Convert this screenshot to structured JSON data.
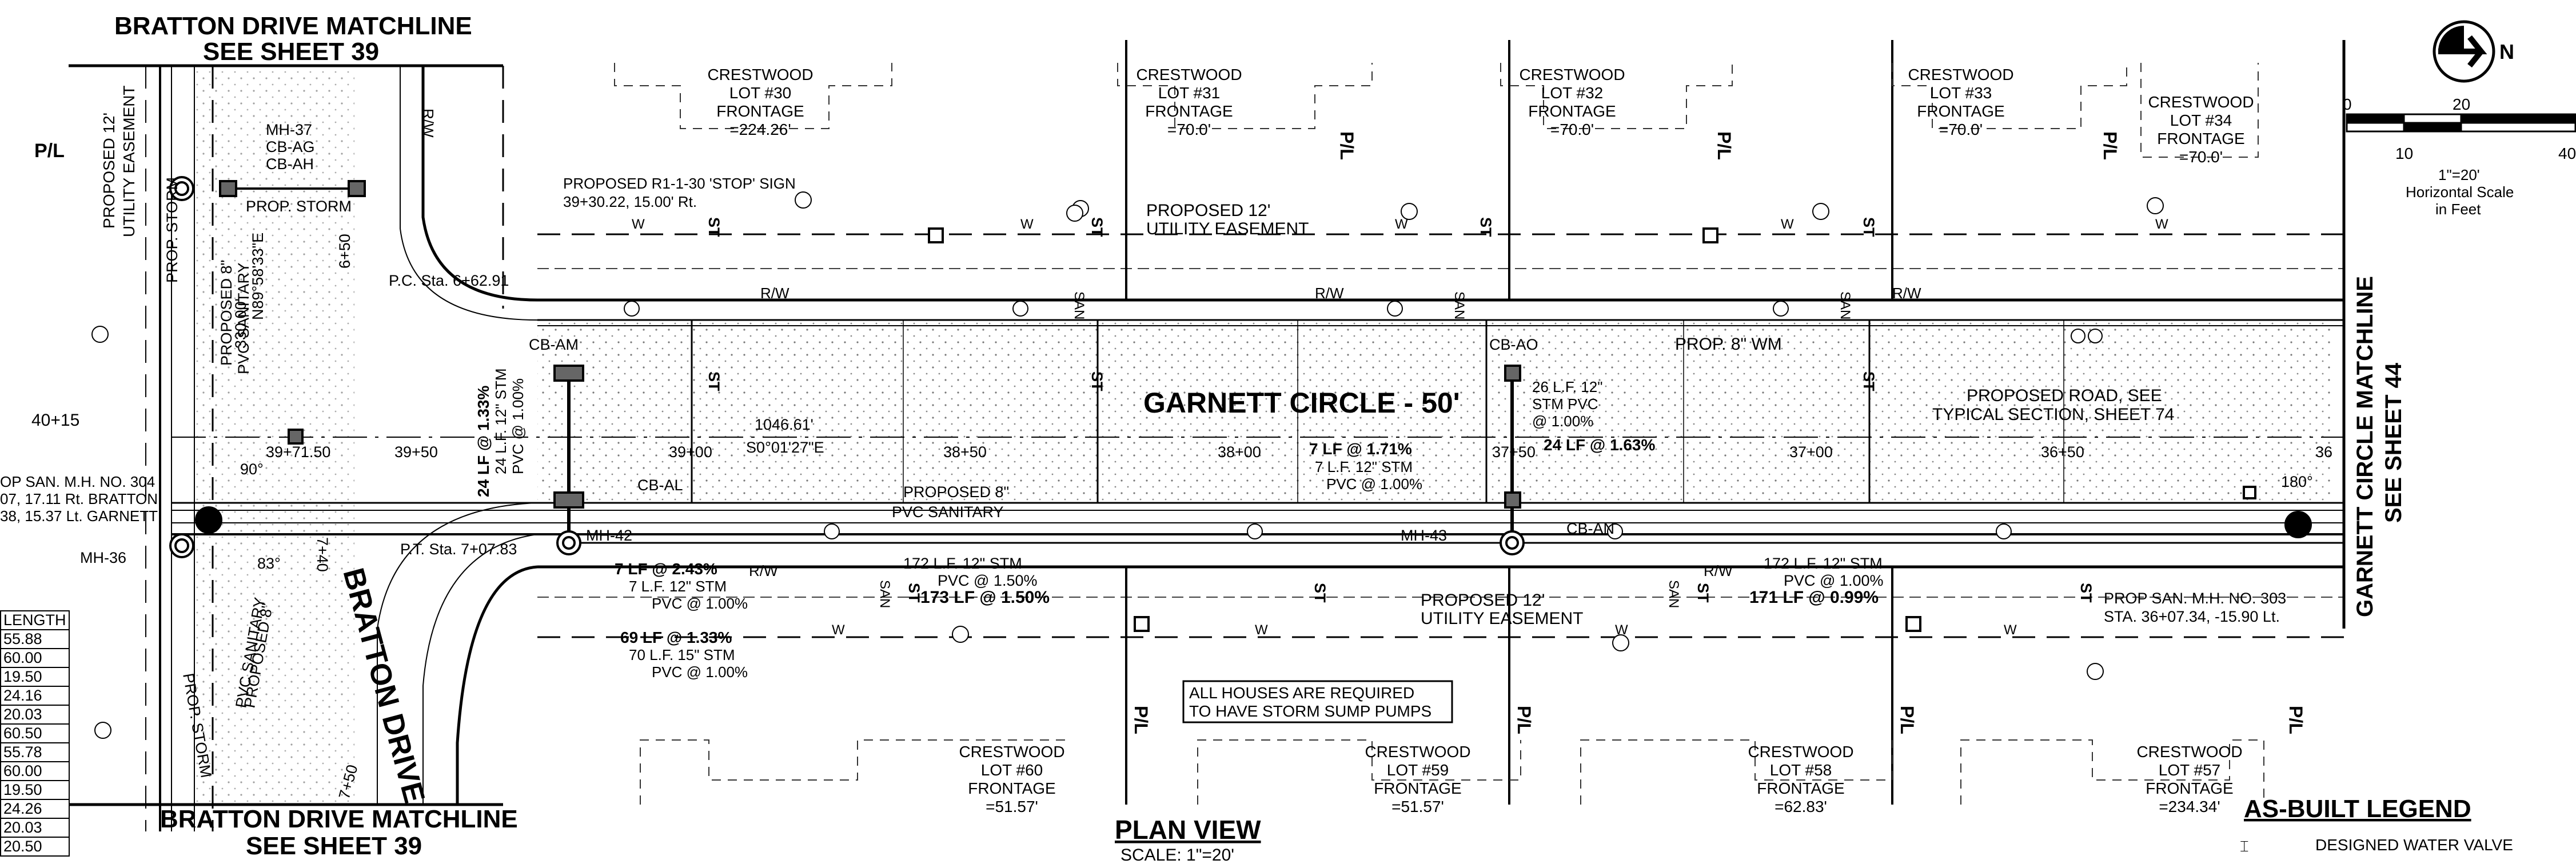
{
  "header": {
    "matchline_top_1": "BRATTON DRIVE MATCHLINE",
    "matchline_top_2": "SEE SHEET 39",
    "matchline_bottom_1": "BRATTON DRIVE MATCHLINE",
    "matchline_bottom_2": "SEE SHEET 39",
    "matchline_right_1": "GARNETT CIRCLE MATCHLINE",
    "matchline_right_2": "SEE SHEET 44"
  },
  "street": {
    "name": "GARNETT CIRCLE - 50'",
    "cross_street": "BRATTON DRIVE",
    "proposed_road": "PROPOSED ROAD, SEE",
    "proposed_road_2": "TYPICAL SECTION, SHEET 74",
    "prop_wm": "PROP. 8\" WM",
    "bearing_len": "1046.61'",
    "bearing": "S0°01'27\"E",
    "bearing_left": "N89°58'33\"E",
    "dist_left": "330.00'"
  },
  "lots_top": [
    {
      "name": "CRESTWOOD",
      "lot": "LOT #30",
      "label": "FRONTAGE",
      "frontage": "=224.26'"
    },
    {
      "name": "CRESTWOOD",
      "lot": "LOT #31",
      "label": "FRONTAGE",
      "frontage": "=70.0'"
    },
    {
      "name": "CRESTWOOD",
      "lot": "LOT #32",
      "label": "FRONTAGE",
      "frontage": "=70.0'"
    },
    {
      "name": "CRESTWOOD",
      "lot": "LOT #33",
      "label": "FRONTAGE",
      "frontage": "=70.0'"
    },
    {
      "name": "CRESTWOOD",
      "lot": "LOT #34",
      "label": "FRONTAGE",
      "frontage": "=70.0'"
    }
  ],
  "lots_bottom": [
    {
      "name": "CRESTWOOD",
      "lot": "LOT #60",
      "label": "FRONTAGE",
      "frontage": "=51.57'"
    },
    {
      "name": "CRESTWOOD",
      "lot": "LOT #59",
      "label": "FRONTAGE",
      "frontage": "=51.57'"
    },
    {
      "name": "CRESTWOOD",
      "lot": "LOT #58",
      "label": "FRONTAGE",
      "frontage": "=62.83'"
    },
    {
      "name": "CRESTWOOD",
      "lot": "LOT #57",
      "label": "FRONTAGE",
      "frontage": "=234.34'"
    }
  ],
  "stations": [
    "40+15",
    "39+71.50",
    "39+50",
    "39+00",
    "38+50",
    "38+00",
    "37+50",
    "37+00",
    "36+50",
    "36"
  ],
  "labels": {
    "stop_sign_1": "PROPOSED R1-1-30 'STOP' SIGN",
    "stop_sign_2": "39+30.22, 15.00' Rt.",
    "easement_top_1": "PROPOSED 12'",
    "easement_top_2": "UTILITY EASEMENT",
    "easement_bot_1": "PROPOSED 12'",
    "easement_bot_2": "UTILITY EASEMENT",
    "easement_left_1": "PROPOSED 12'",
    "easement_left_2": "UTILITY EASEMENT",
    "sanitary_center_1": "PROPOSED 8\"",
    "sanitary_center_2": "PVC SANITARY",
    "sanitary_left_1": "PROPOSED 8\"",
    "sanitary_left_2": "PVC SANITARY",
    "sanitary_bd_1": "PROPOSED 8\"",
    "sanitary_bd_2": "PVC SANITARY",
    "prop_storm": "PROP. STORM",
    "pc_sta": "P.C. Sta. 6+62.91",
    "pt_sta": "P.T. Sta. 7+07.83",
    "sta_740": "7+40",
    "sta_650": "6+50",
    "sta_750": "7+50",
    "mh37": "MH-37",
    "cbag": "CB-AG",
    "cbah": "CB-AH",
    "cbam": "CB-AM",
    "cbal": "CB-AL",
    "mh42": "MH-42",
    "mh43": "MH-43",
    "cbao": "CB-AO",
    "cban": "CB-AN",
    "mh36": "MH-36",
    "san_mh304_1": "OP SAN. M.H. NO. 304",
    "san_mh304_2": "07, 17.11 Rt. BRATTON",
    "san_mh304_3": "38, 15.37 Lt. GARNETT",
    "san_mh303_1": "PROP SAN. M.H. NO. 303",
    "san_mh303_2": "STA. 36+07.34, -15.90 Lt.",
    "pipe_24lf_1": "24 LF @ 1.33%",
    "pipe_24lf_2": "24 L.F. 12\" STM",
    "pipe_24lf_3": "PVC @ 1.00%",
    "pipe_7lf_a1": "7 LF @ 2.43%",
    "pipe_7lf_a2": "7 L.F. 12\" STM",
    "pipe_7lf_a3": "PVC @ 1.00%",
    "pipe_69lf_1": "69 LF @ 1.33%",
    "pipe_69lf_2": "70 L.F. 15\" STM",
    "pipe_69lf_3": "PVC @ 1.00%",
    "pipe_173lf_1": "172 L.F. 12\" STM",
    "pipe_173lf_2": "PVC @ 1.50%",
    "pipe_173lf_3": "173 LF @ 1.50%",
    "pipe_7lf_b1": "7 LF @ 1.71%",
    "pipe_7lf_b2": "7 L.F. 12\" STM",
    "pipe_7lf_b3": "PVC @ 1.00%",
    "pipe_26lf_1": "26 L.F. 12\"",
    "pipe_26lf_2": "STM PVC",
    "pipe_26lf_3": "@ 1.00%",
    "pipe_24lf_b": "24 LF @ 1.63%",
    "pipe_171lf_1": "172 L.F. 12\" STM",
    "pipe_171lf_2": "PVC @ 1.00%",
    "pipe_171lf_3": "171 LF @ 0.99%",
    "sump_note_1": "ALL HOUSES ARE REQUIRED",
    "sump_note_2": "TO HAVE STORM SUMP PUMPS",
    "angle_90": "90°",
    "angle_83": "83°",
    "angle_180": "180°",
    "rw": "R/W",
    "pl": "P/L",
    "st": "ST",
    "san": "SAN",
    "w": "W"
  },
  "length_table": {
    "header": "LENGTH",
    "rows": [
      "55.88",
      "60.00",
      "19.50",
      "24.16",
      "20.03",
      "60.50",
      "55.78",
      "60.00",
      "19.50",
      "24.26",
      "20.03",
      "20.50"
    ]
  },
  "scale": {
    "north_label": "N",
    "ticks": [
      "0",
      "20",
      "10",
      "40"
    ],
    "ratio": "1\"=20'",
    "desc_1": "Horizontal Scale",
    "desc_2": "in Feet"
  },
  "title_block": {
    "title": "PLAN VIEW",
    "scale": "SCALE: 1\"=20'"
  },
  "legend": {
    "title": "AS-BUILT LEGEND",
    "item_1": "DESIGNED WATER VALVE"
  }
}
